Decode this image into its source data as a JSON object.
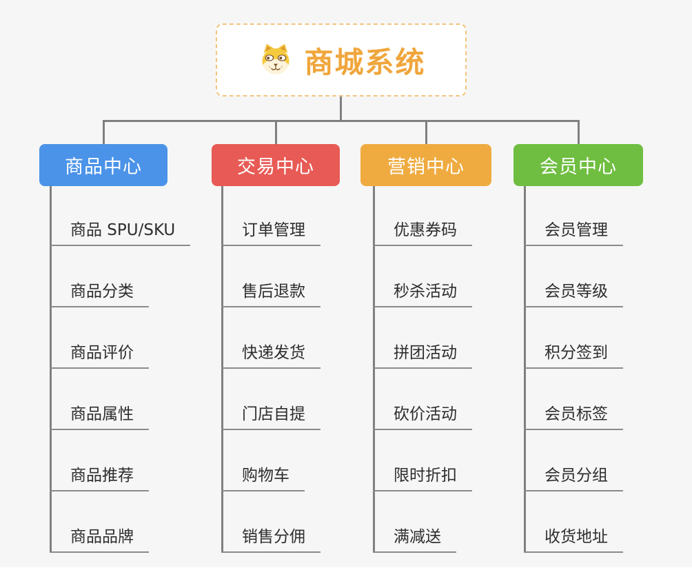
{
  "page": {
    "background_color": "#f6f6f6",
    "connector_color": "#7f7f7f",
    "underline_color": "#8a8a8a",
    "leaf_text_color": "#2d2d2d"
  },
  "root": {
    "title": "商城系统",
    "icon": "dog-face-icon",
    "title_color": "#f0a63c",
    "border_color": "#f2c57e",
    "background": "#ffffff"
  },
  "branches": [
    {
      "label": "商品中心",
      "color": "#4b93e8",
      "children": [
        "商品 SPU/SKU",
        "商品分类",
        "商品评价",
        "商品属性",
        "商品推荐",
        "商品品牌"
      ]
    },
    {
      "label": "交易中心",
      "color": "#e85a55",
      "children": [
        "订单管理",
        "售后退款",
        "快递发货",
        "门店自提",
        "购物车",
        "销售分佣"
      ]
    },
    {
      "label": "营销中心",
      "color": "#efab40",
      "children": [
        "优惠券码",
        "秒杀活动",
        "拼团活动",
        "砍价活动",
        "限时折扣",
        "满减送"
      ]
    },
    {
      "label": "会员中心",
      "color": "#6fbe41",
      "children": [
        "会员管理",
        "会员等级",
        "积分签到",
        "会员标签",
        "会员分组",
        "收货地址"
      ]
    }
  ]
}
